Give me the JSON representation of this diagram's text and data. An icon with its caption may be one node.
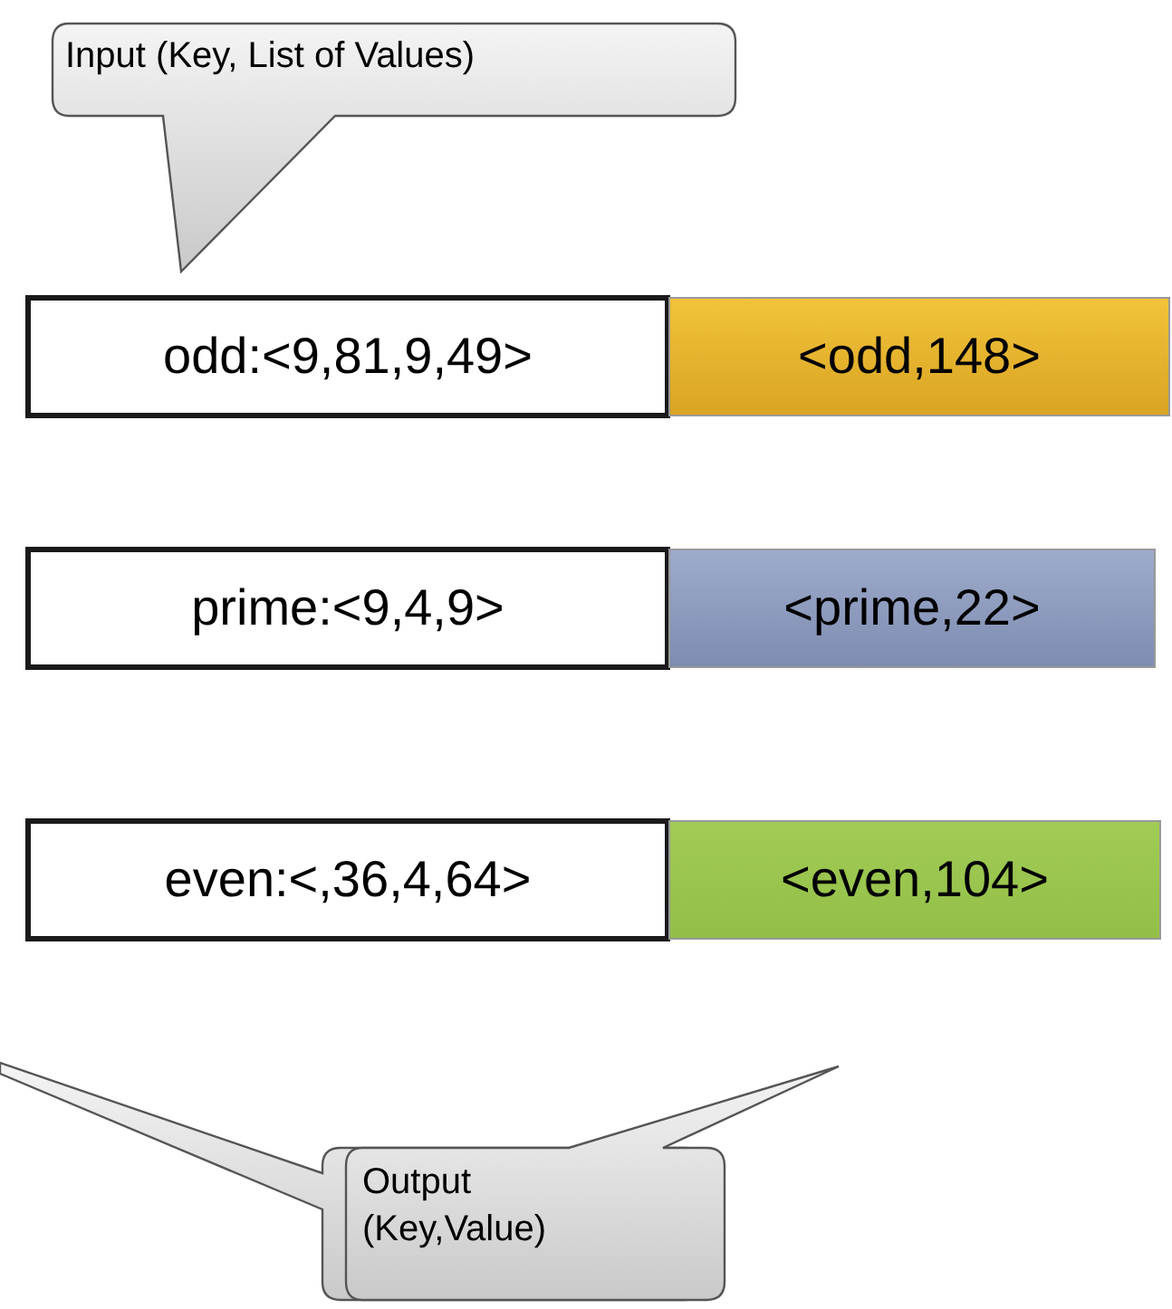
{
  "diagram": {
    "nodes": [
      {
        "text": [
          "Input (Key, List of Values)"
        ]
      },
      {
        "text": [
          "odd:<9,81,9,49>"
        ]
      },
      {
        "text": [
          "<odd,148>"
        ]
      },
      {
        "text": [
          "prime:<9,4,9>"
        ]
      },
      {
        "text": [
          "<prime,22>"
        ]
      },
      {
        "text": [
          "even:<,36,4,64>"
        ]
      },
      {
        "text": [
          "<even,104>"
        ]
      },
      {
        "text": [],
        "shape": "callout"
      },
      {
        "text": [
          "Output (Key,Value)"
        ]
      }
    ]
  }
}
